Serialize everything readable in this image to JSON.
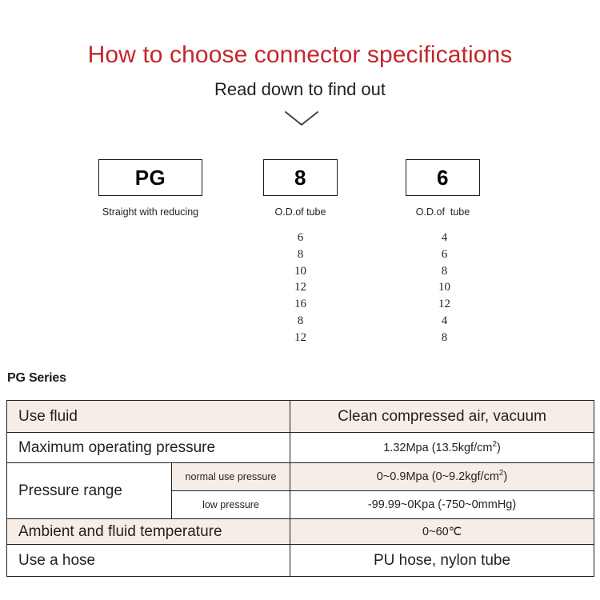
{
  "header": {
    "title": "How to choose connector specifications",
    "subtitle": "Read down to find out",
    "title_color": "#c3272b",
    "chevron_icon": "chevron-down-icon"
  },
  "code_builder": {
    "boxes": [
      {
        "value": "PG",
        "label": "Straight with reducing"
      },
      {
        "value": "8",
        "label": "O.D.of tube"
      },
      {
        "value": "6",
        "label": "O.D.of  tube"
      }
    ],
    "option_columns": [
      {
        "values": [
          "6",
          "8",
          "10",
          "12",
          "16",
          "8",
          "12"
        ]
      },
      {
        "values": [
          "4",
          "6",
          "8",
          "10",
          "12",
          "4",
          "8"
        ]
      }
    ]
  },
  "spec": {
    "heading": "PG Series",
    "rows": [
      {
        "label": "Use fluid",
        "value": "Clean compressed air, vacuum"
      },
      {
        "label": "Maximum operating pressure",
        "value": "1.32Mpa  (13.5kgf/cm",
        "value_sup": "2",
        "value_tail": ")"
      },
      {
        "label": "Pressure range",
        "sub": "normal use pressure",
        "value": "0~0.9Mpa  (0~9.2kgf/cm",
        "value_sup": "2",
        "value_tail": ")"
      },
      {
        "sub": "low pressure",
        "value": "-99.99~0Kpa  (-750~0mmHg)"
      },
      {
        "label": "Ambient and fluid temperature",
        "value": "0~60℃"
      },
      {
        "label": "Use a hose",
        "value": "PU hose, nylon tube"
      }
    ],
    "colors": {
      "band": "#f6eee6",
      "border": "#231f20"
    }
  }
}
